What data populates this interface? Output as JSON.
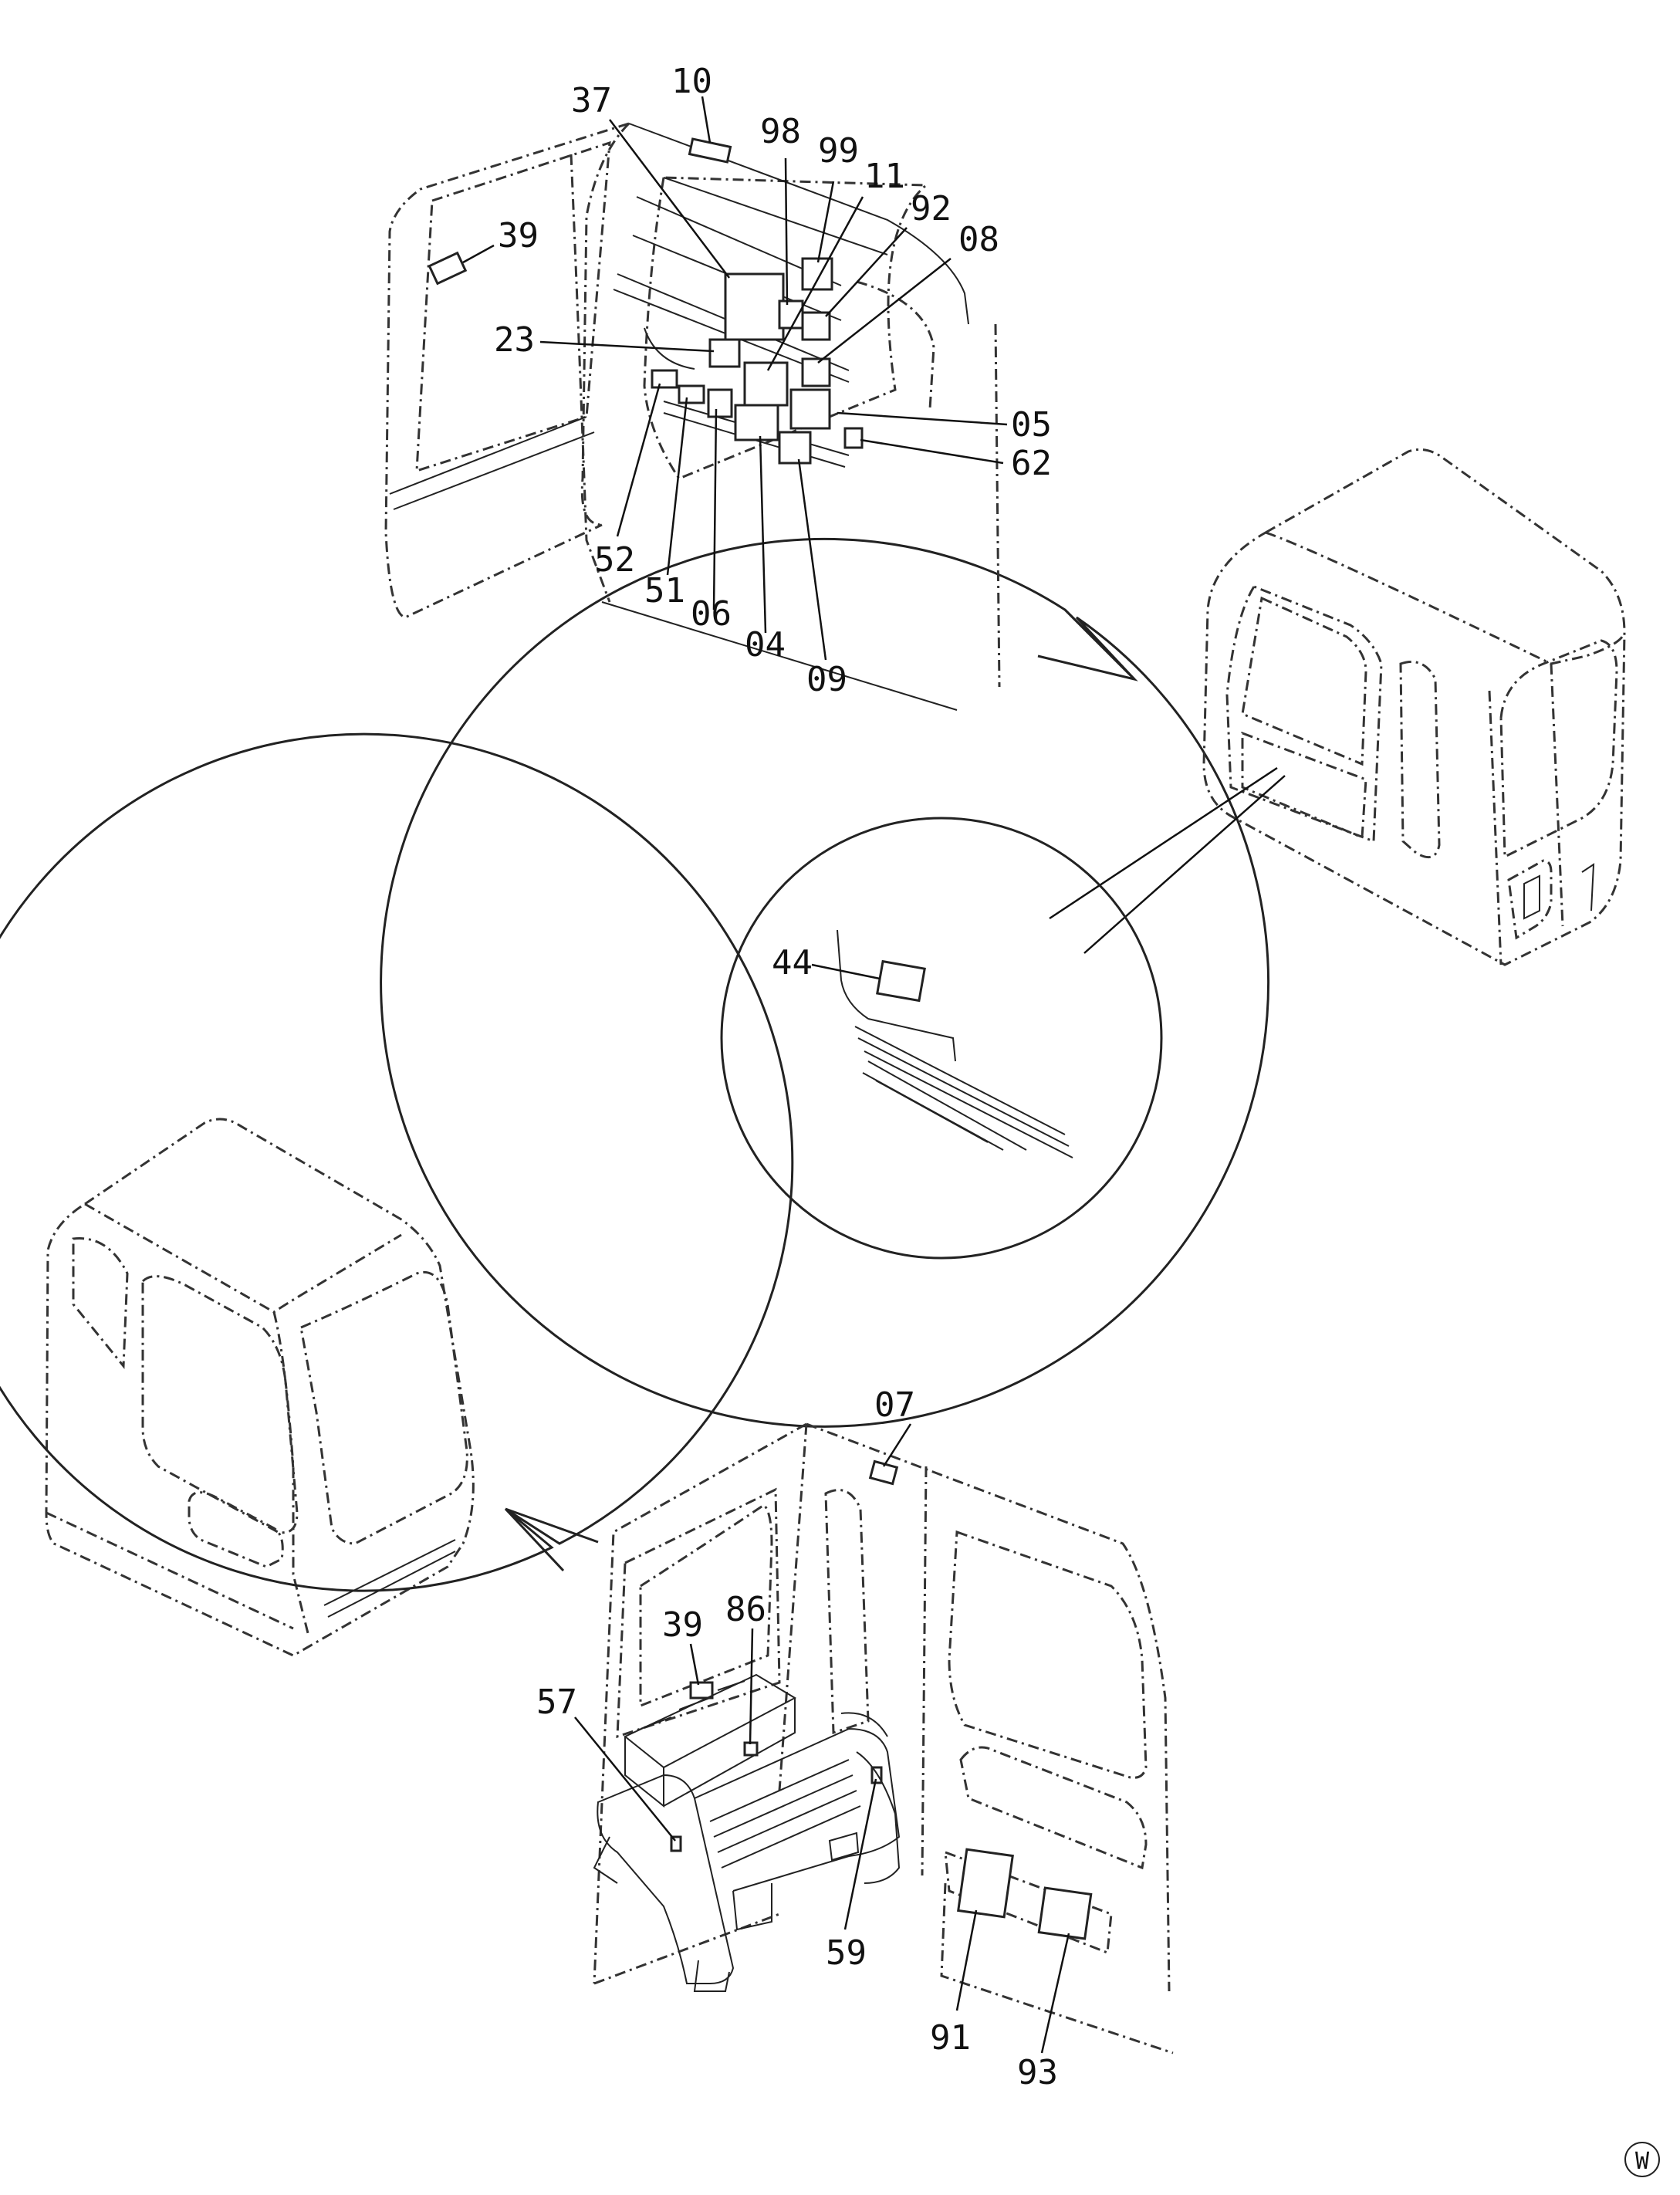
{
  "labels": {
    "upper_detail": [
      "10",
      "37",
      "98",
      "99",
      "11",
      "92",
      "08",
      "39",
      "23",
      "05",
      "62",
      "52",
      "51",
      "06",
      "04",
      "09"
    ],
    "middle_detail": [
      "44"
    ],
    "lower_detail": [
      "07",
      "86",
      "39",
      "57",
      "59",
      "91",
      "93"
    ]
  },
  "corner_mark": "W",
  "colors": {
    "line": "#222222",
    "background": "#ffffff"
  }
}
